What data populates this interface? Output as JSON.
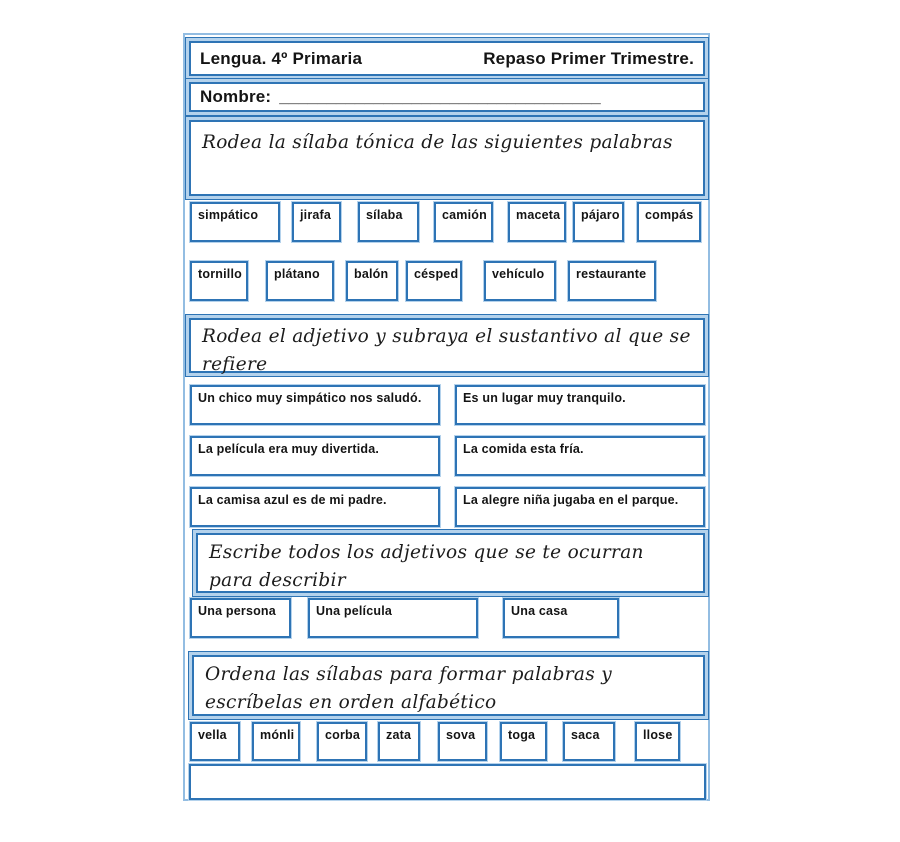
{
  "header": {
    "subject": "Lengua. 4º Primaria",
    "term": "Repaso Primer Trimestre."
  },
  "name_row": {
    "label": "Nombre:",
    "line": "__________________________________"
  },
  "colors": {
    "border_dark": "#2e74b5",
    "border_light": "#b4d2ec",
    "text": "#141414"
  },
  "exercise1": {
    "instruction": "Rodea la sílaba tónica de las siguientes palabras",
    "words_row1": [
      "simpático",
      "jirafa",
      "sílaba",
      "camión",
      "maceta",
      "pájaro",
      "compás"
    ],
    "words_row2": [
      "tornillo",
      "plátano",
      "balón",
      "césped",
      "vehículo",
      "restaurante"
    ]
  },
  "exercise2": {
    "instruction": "Rodea el adjetivo y subraya el sustantivo al que se refiere",
    "sentences": [
      "Un chico muy simpático nos saludó.",
      "Es un lugar muy tranquilo.",
      "La película era muy divertida.",
      "La comida esta fría.",
      "La camisa azul es de mi padre.",
      "La alegre niña jugaba en el parque."
    ]
  },
  "exercise3": {
    "instruction": "Escribe todos los adjetivos que se te ocurran para describir",
    "prompts": [
      "Una persona",
      "Una película",
      "Una casa"
    ]
  },
  "exercise4": {
    "instruction": "Ordena las sílabas para formar palabras y escríbelas en orden alfabético",
    "syllables": [
      "vella",
      "mónli",
      "corba",
      "zata",
      "sova",
      "toga",
      "saca",
      "llose"
    ],
    "answer": ""
  }
}
